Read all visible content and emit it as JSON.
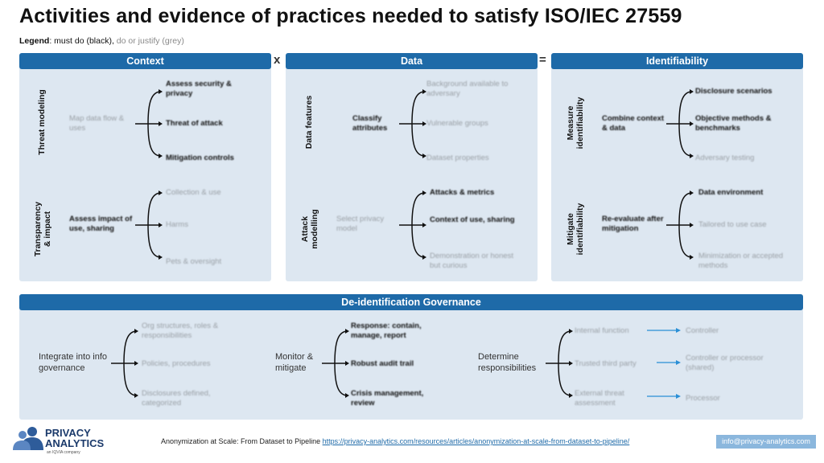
{
  "title": "Activities and evidence of practices needed to satisfy ISO/IEC 27559",
  "legend": {
    "label": "Legend",
    "must": ": must do (black),",
    "just": "do or justify (grey)"
  },
  "operators": {
    "times": "x",
    "equals": "="
  },
  "context": {
    "header": "Context",
    "threat": {
      "label": "Threat modeling",
      "mid": "Map data flow & uses",
      "branches": [
        "Assess security & privacy",
        "Threat of attack",
        "Mitigation controls"
      ]
    },
    "transparency": {
      "label1": "Transparency",
      "label2": "& impact",
      "mid": "Assess impact of use, sharing",
      "branches": [
        "Collection & use",
        "Harms",
        "Pets & oversight"
      ]
    }
  },
  "data": {
    "header": "Data",
    "features": {
      "label": "Data features",
      "mid": "Classify attributes",
      "branches": [
        "Background available to adversary",
        "Vulnerable groups",
        "Dataset properties"
      ]
    },
    "attack": {
      "label1": "Attack",
      "label2": "modelling",
      "mid": "Select privacy model",
      "branches": [
        "Attacks & metrics",
        "Context of use, sharing",
        "Demonstration or honest but curious"
      ]
    }
  },
  "identifiability": {
    "header": "Identifiability",
    "measure": {
      "label1": "Measure",
      "label2": "identifiability",
      "mid": "Combine context & data",
      "branches": [
        "Disclosure scenarios",
        "Objective methods & benchmarks",
        "Adversary testing"
      ]
    },
    "mitigate": {
      "label1": "Mitigate",
      "label2": "identifiability",
      "mid": "Re-evaluate after mitigation",
      "branches": [
        "Data environment",
        "Tailored to use case",
        "Minimization or accepted methods"
      ]
    }
  },
  "governance": {
    "header": "De-identification Governance",
    "integrate": {
      "label": "Integrate into info governance",
      "branches": [
        "Org structures, roles & responsibilities",
        "Policies, procedures",
        "Disclosures defined, categorized"
      ]
    },
    "monitor": {
      "label": "Monitor & mitigate",
      "branches": [
        "Response: contain, manage, report",
        "Robust audit trail",
        "Crisis management, review"
      ]
    },
    "determine": {
      "label": "Determine responsibilities",
      "branches": [
        "Internal function",
        "Trusted third party",
        "External threat assessment"
      ],
      "targets": [
        "Controller",
        "Controller or processor (shared)",
        "Processor"
      ]
    }
  },
  "footer": {
    "logo_line1": "PRIVACY",
    "logo_line2": "ANALYTICS",
    "logo_sub": "an IQVIA company",
    "citation": "Anonymization at Scale: From Dataset to Pipeline",
    "link": "https://privacy-analytics.com/resources/articles/anonymization-at-scale-from-dataset-to-pipeline/",
    "email": "info@privacy-analytics.com"
  },
  "colors": {
    "header_blue": "#1e6aa8",
    "panel": "#dde7f1",
    "arrow": "#2a8fd6"
  }
}
